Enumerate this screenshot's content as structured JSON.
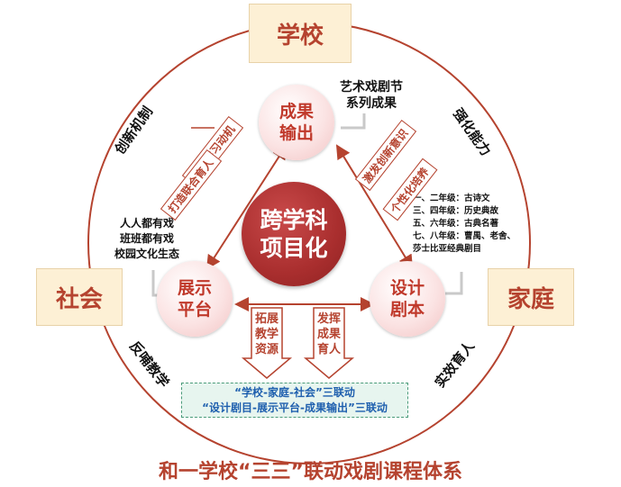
{
  "outer_nodes": {
    "school": "学校",
    "society": "社会",
    "family": "家庭"
  },
  "center": "跨学科\n项目化",
  "inner_nodes": {
    "output": "成果\n输出",
    "platform": "展示\n平台",
    "script": "设计\n剧本"
  },
  "annotations": {
    "arts_festival": "艺术戏剧节\n系列成果",
    "everyone_drama": "人人都有戏\n班班都有戏\n校园文化生态"
  },
  "grade_list": [
    "一、二年级：古诗文",
    "三、四年级：历史典故",
    "五、六年级：古典名著",
    "七、八年级：曹禺、老舍、",
    "莎士比亚经典剧目"
  ],
  "arrow_labels": {
    "inspire_learning": "激发学习动机",
    "joint_education": "打造联合育人",
    "inspire_innovation": "激发创新意识",
    "personalized": "个性化培养",
    "expand_resources": "拓展\n教学\n资源",
    "develop_results": "发挥\n成果\n育人"
  },
  "ring_labels": {
    "innovation_mechanism": "创新机制",
    "strengthen_ability": "强化能力",
    "feedback_teaching": "反哺教学",
    "practical_education": "实效育人"
  },
  "legend": [
    "“学校-家庭-社会”三联动",
    "“设计剧目-展示平台-成果输出”三联动"
  ],
  "title": "和一学校“三三”联动戏剧课程体系",
  "colors": {
    "accent_red": "#b5432f",
    "center_red": "#a92e2e",
    "box_fill": "#fdf0d5",
    "legend_fill": "#e7f5ef",
    "legend_text": "#1e5fae"
  }
}
